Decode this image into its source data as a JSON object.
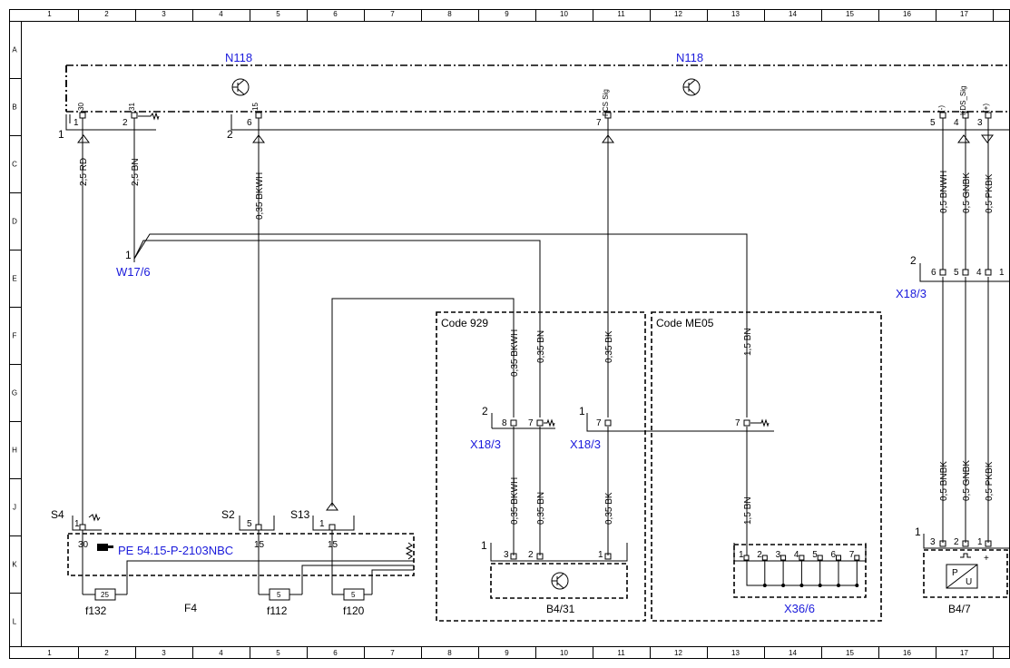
{
  "grid": {
    "columns": [
      "1",
      "2",
      "3",
      "4",
      "5",
      "6",
      "7",
      "8",
      "9",
      "10",
      "11",
      "12",
      "13",
      "14",
      "15",
      "16",
      "17"
    ],
    "rows": [
      "A",
      "B",
      "C",
      "D",
      "E",
      "F",
      "G",
      "H",
      "J",
      "K",
      "L"
    ]
  },
  "components": {
    "n118_left": "N118",
    "n118_right": "N118",
    "w17_6": "W17/6",
    "x18_3_a": "X18/3",
    "x18_3_b": "X18/3",
    "x18_3_c": "X18/3",
    "x36_6": "X36/6",
    "b4_31": "B4/31",
    "b4_7": "B4/7",
    "f4": "F4",
    "s4": "S4",
    "s2": "S2",
    "s13": "S13",
    "f132": "f132",
    "f112": "f112",
    "f120": "f120"
  },
  "reference": "PE 54.15-P-2103NBC",
  "code_boxes": {
    "code929": "Code 929",
    "codeME05": "Code ME05"
  },
  "wires": {
    "w_2_5_rd": "2,5 RD",
    "w_2_5_bn": "2,5 BN",
    "w_035_bkwh": "0,35 BKWH",
    "w_035_bkwh_f": "0,35 BKWH",
    "w_035_bn_f": "0,35 BN",
    "w_035_bk_f": "0,35 BK",
    "w_15_bn_f": "1,5 BN",
    "w_035_bkwh_j": "0,35 BKWH",
    "w_035_bn_j": "0,35 BN",
    "w_035_bk_j": "0,35 BK",
    "w_15_bn_j": "1,5 BN",
    "w_05_bnwh": "0,5 BNWH",
    "w_05_gnbk_d": "0,5 GNBK",
    "w_05_pkbk_d": "0,5 PKBK",
    "w_05_bnbk": "0,5 BNBK",
    "w_05_gnbk_j": "0,5 GNBK",
    "w_05_pkbk_j": "0,5 PKBK"
  },
  "pins": {
    "n118_30": "30",
    "n118_31": "31",
    "n118_15": "15",
    "n118_fcs": "FCS Sig",
    "n118_minus": "(-)",
    "n118_kds": "KDS_Sig",
    "n118_plus": "(+)",
    "n118_p1": "1",
    "n118_p2": "2",
    "n118_p6": "6",
    "n118_p7": "7",
    "n118_p5": "5",
    "n118_p4": "4",
    "n118_p3": "3",
    "conn1": "1",
    "conn2": "2",
    "w17_pin": "1",
    "x18a_conn": "2",
    "x18a_p8": "8",
    "x18a_p7": "7",
    "x18b_conn": "1",
    "x18b_p7a": "7",
    "x18b_p7b": "7",
    "x18c_conn": "2",
    "x18c_p6": "6",
    "x18c_p5": "5",
    "x18c_p4": "4",
    "x18c_p1": "1",
    "s4_p1": "1",
    "s2_p5": "5",
    "s13_p1": "1",
    "f4_30": "30",
    "f4_15a": "15",
    "f4_15b": "15",
    "fuse_25": "25",
    "fuse_5a": "5",
    "fuse_5b": "5",
    "b431_p3": "3",
    "b431_p2": "2",
    "b431_p1": "1",
    "b431_conn": "1",
    "x366_conn": "1",
    "x366_pins": [
      "1",
      "2",
      "3",
      "4",
      "5",
      "6",
      "7"
    ],
    "b47_conn": "1",
    "b47_p3": "3",
    "b47_p2": "2",
    "b47_p1": "1",
    "b47_plus": "+",
    "b47_p": "P",
    "b47_u": "U"
  }
}
